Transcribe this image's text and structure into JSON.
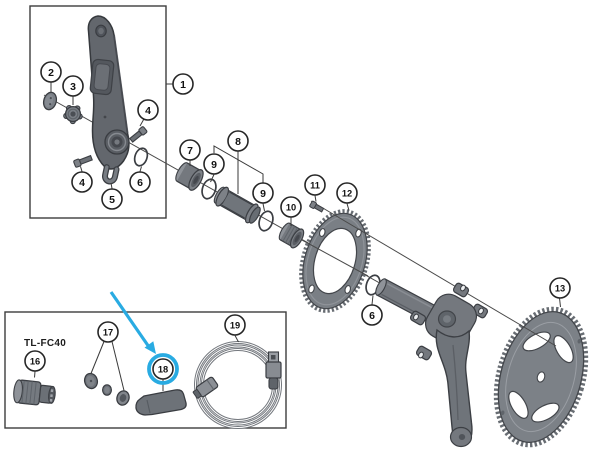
{
  "diagram": {
    "tool_label": "TL-FC40",
    "highlight_color": "#29abe2",
    "outline_color": "#3c3f44",
    "part_color": "#74787e",
    "callouts": [
      {
        "label": "1"
      },
      {
        "label": "2"
      },
      {
        "label": "3"
      },
      {
        "label": "4"
      },
      {
        "label": "4"
      },
      {
        "label": "5"
      },
      {
        "label": "6"
      },
      {
        "label": "7"
      },
      {
        "label": "8"
      },
      {
        "label": "9"
      },
      {
        "label": "9"
      },
      {
        "label": "10"
      },
      {
        "label": "11"
      },
      {
        "label": "12"
      },
      {
        "label": "6"
      },
      {
        "label": "13"
      },
      {
        "label": "16"
      },
      {
        "label": "17"
      },
      {
        "label": "18"
      },
      {
        "label": "19"
      }
    ]
  }
}
